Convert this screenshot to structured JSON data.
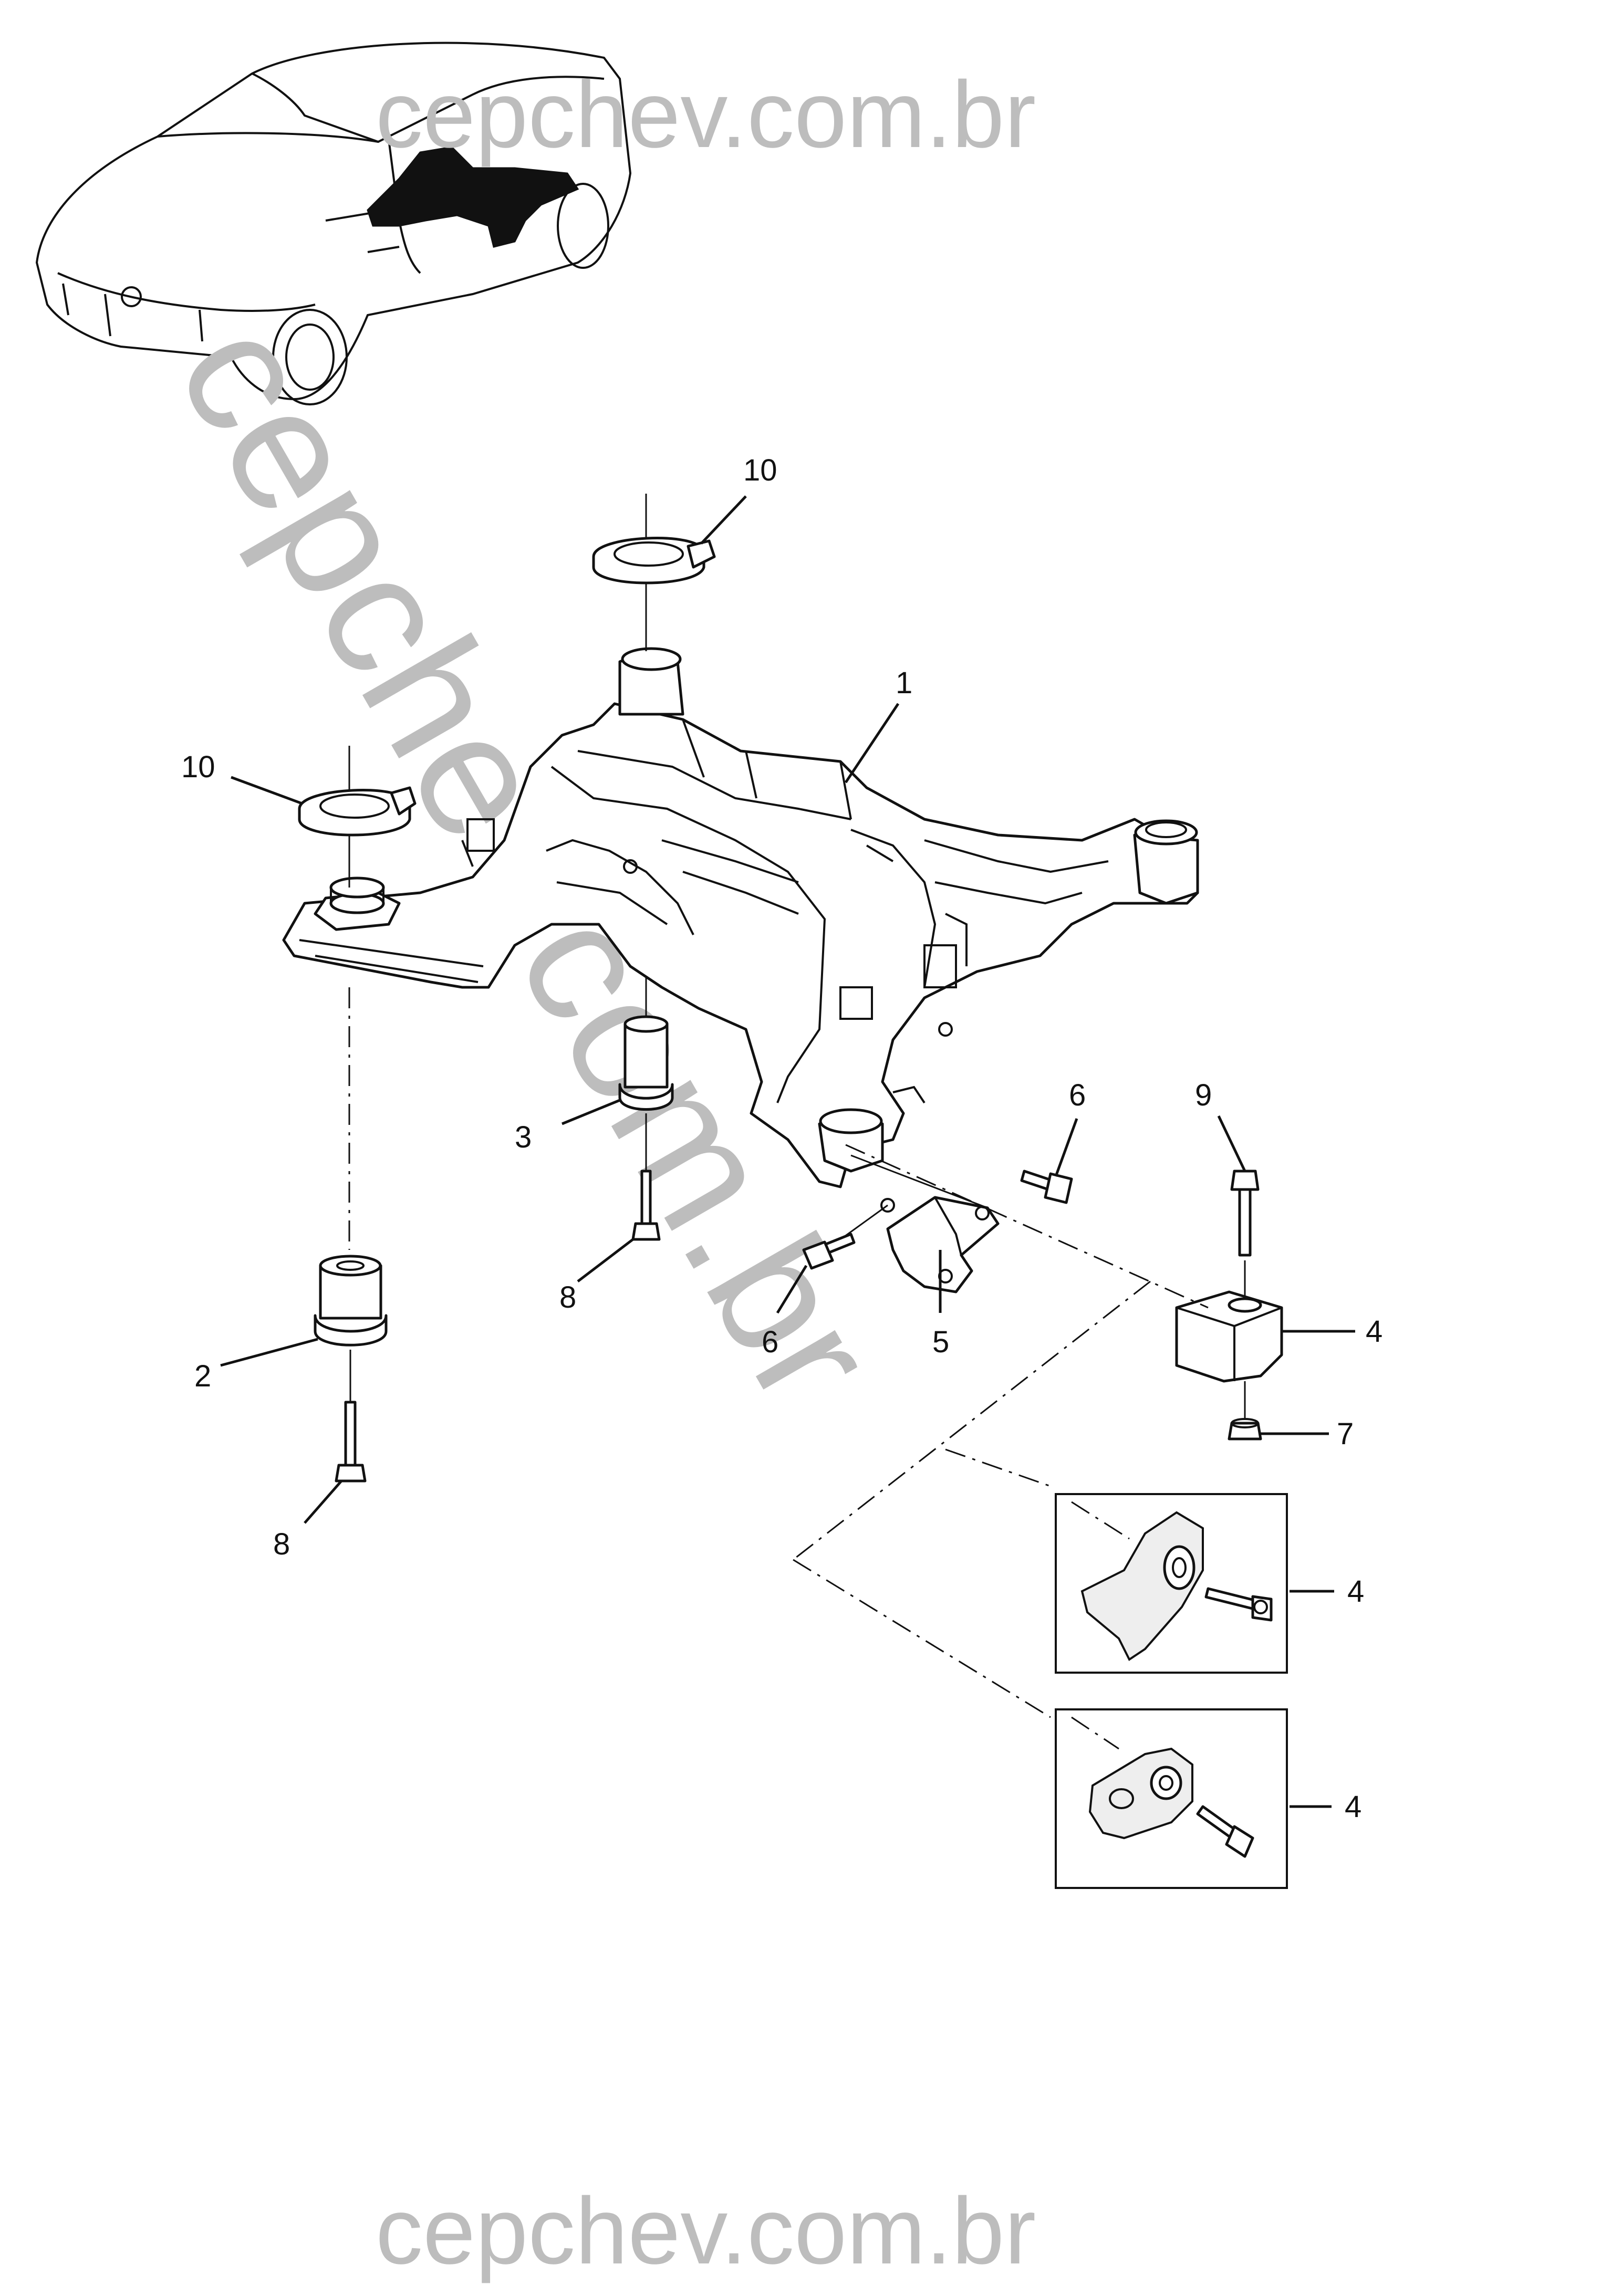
{
  "watermarks": {
    "top": "cepchev.com.br",
    "diagonal": "cepchev.com.br",
    "bottom": "cepchev.com.br"
  },
  "callouts": [
    {
      "id": "c1",
      "label": "1"
    },
    {
      "id": "c2",
      "label": "2"
    },
    {
      "id": "c3",
      "label": "3"
    },
    {
      "id": "c4a",
      "label": "4"
    },
    {
      "id": "c4b",
      "label": "4"
    },
    {
      "id": "c4c",
      "label": "4"
    },
    {
      "id": "c5",
      "label": "5"
    },
    {
      "id": "c6a",
      "label": "6"
    },
    {
      "id": "c6b",
      "label": "6"
    },
    {
      "id": "c7",
      "label": "7"
    },
    {
      "id": "c8a",
      "label": "8"
    },
    {
      "id": "c8b",
      "label": "8"
    },
    {
      "id": "c9",
      "label": "9"
    },
    {
      "id": "c10a",
      "label": "10"
    },
    {
      "id": "c10b",
      "label": "10"
    }
  ]
}
